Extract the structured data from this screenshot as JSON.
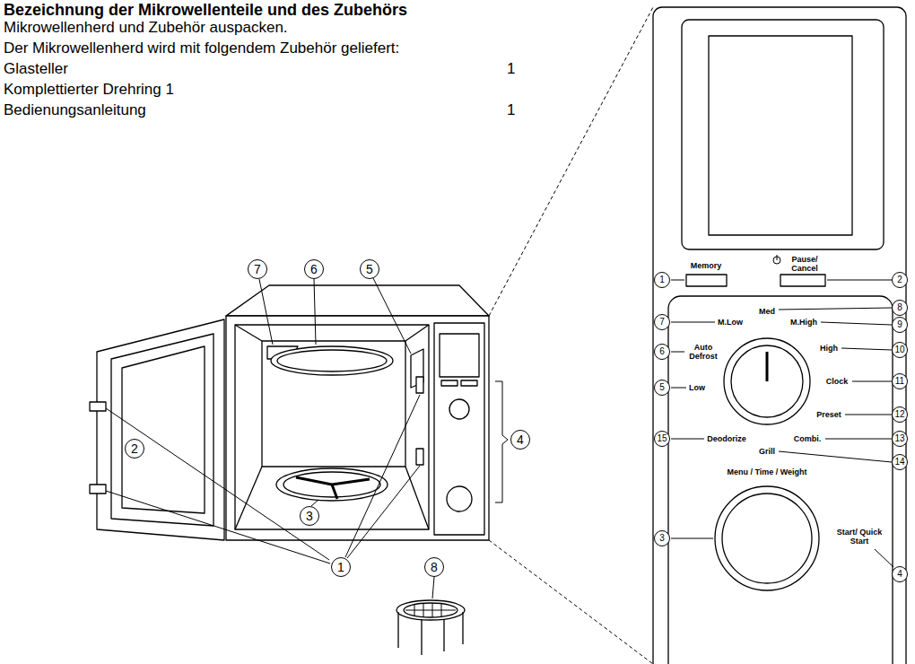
{
  "diagram": {
    "title": "Bezeichnung der Mikrowellenteile und des Zubehörs",
    "labels": [
      "Mikrowellenherd und Zubehör auspacken.",
      "Der Mikrowellenherd wird mit folgendem Zubehör geliefert:",
      "Glasteller",
      "1",
      "Komplettierter Drehring 1",
      "Bedienungsanleitung",
      "1",
      "7",
      "6",
      "5",
      "2",
      "4",
      "3",
      "1",
      "8",
      "Memory",
      "Pause/ Cancel",
      "1",
      "2",
      "M.Low",
      "Med",
      "M.High",
      "7",
      "8",
      "9",
      "Auto Defrost",
      "6",
      "High",
      "10",
      "Low",
      "5",
      "Clock",
      "11",
      "Preset",
      "12",
      "Deodorize",
      "15",
      "Combi.",
      "13",
      "Grill",
      "14",
      "Menu / Time / Weight",
      "3",
      "Start/ Quick Start",
      "4"
    ]
  }
}
